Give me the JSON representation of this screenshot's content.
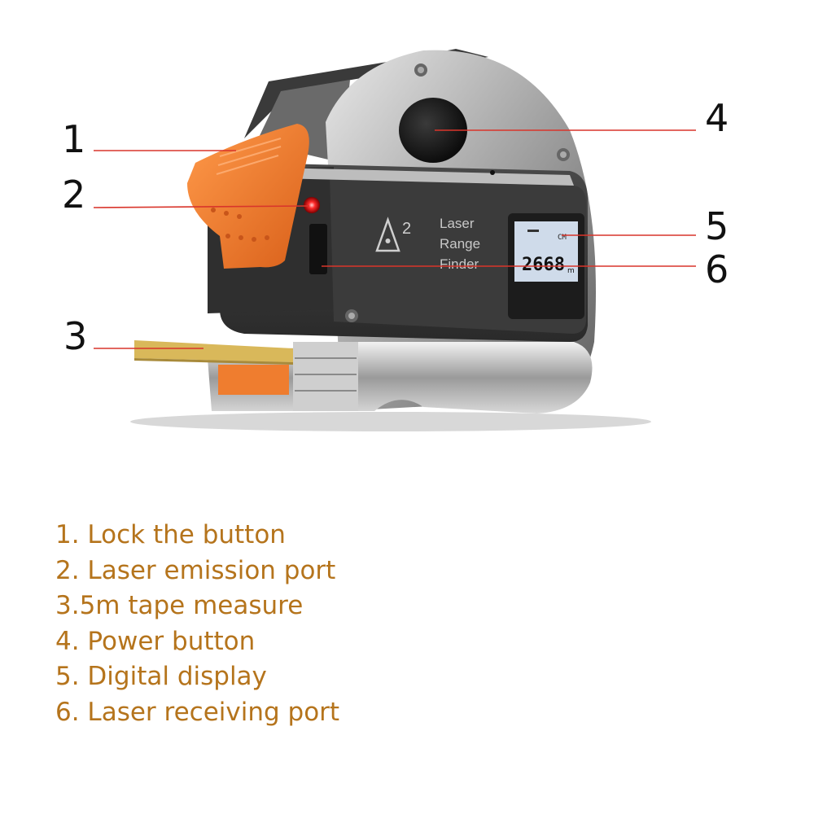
{
  "device": {
    "body_label_lines": [
      "Laser",
      "Range",
      "Finder"
    ],
    "warning_class": "2",
    "display_reading": "2668",
    "display_unit": "m",
    "display_mode_icon": "CM"
  },
  "callouts": [
    {
      "number": "1"
    },
    {
      "number": "2"
    },
    {
      "number": "3"
    },
    {
      "number": "4"
    },
    {
      "number": "5"
    },
    {
      "number": "6"
    }
  ],
  "legend": [
    {
      "text": "1. Lock the button"
    },
    {
      "text": "2. Laser emission port"
    },
    {
      "text": "3.5m tape measure"
    },
    {
      "text": "4. Power button"
    },
    {
      "text": "5. Digital display"
    },
    {
      "text": "6. Laser receiving port"
    }
  ],
  "colors": {
    "callout_line": "#d9352b",
    "legend_text": "#b5741c",
    "lock_orange": "#f07a28",
    "laser_red": "#e0141e",
    "tape_yellow": "#d9b85a",
    "lcd": "#cfdbea"
  }
}
